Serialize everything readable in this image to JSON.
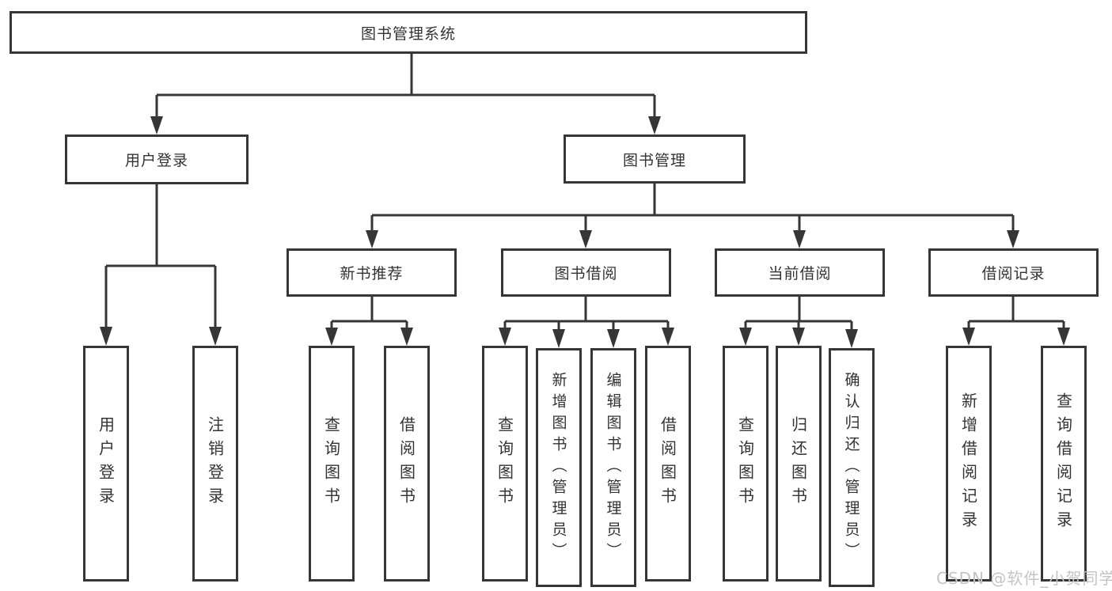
{
  "root": {
    "label": "图书管理系统"
  },
  "level2": {
    "user_login": {
      "label": "用户登录"
    },
    "book_mgmt": {
      "label": "图书管理"
    }
  },
  "level3": {
    "new_books": {
      "label": "新书推荐"
    },
    "book_borrow": {
      "label": "图书借阅"
    },
    "current_borrow": {
      "label": "当前借阅"
    },
    "borrow_records": {
      "label": "借阅记录"
    }
  },
  "leaves": {
    "user_login": [
      "用户登录",
      "注销登录"
    ],
    "new_books": [
      "查询图书",
      "借阅图书"
    ],
    "book_borrow": [
      "查询图书",
      "新增图书（管理员）",
      "编辑图书（管理员）",
      "借阅图书"
    ],
    "current_borrow": [
      "查询图书",
      "归还图书",
      "确认归还（管理员）"
    ],
    "borrow_records": [
      "新增借阅记录",
      "查询借阅记录"
    ]
  },
  "watermark": {
    "text": "CSDN @软件_小贺同学",
    "color": "#c4c4c4"
  },
  "colors": {
    "background": "#ffffff",
    "line": "#363636",
    "box_border": "#363636",
    "text": "#333333"
  }
}
